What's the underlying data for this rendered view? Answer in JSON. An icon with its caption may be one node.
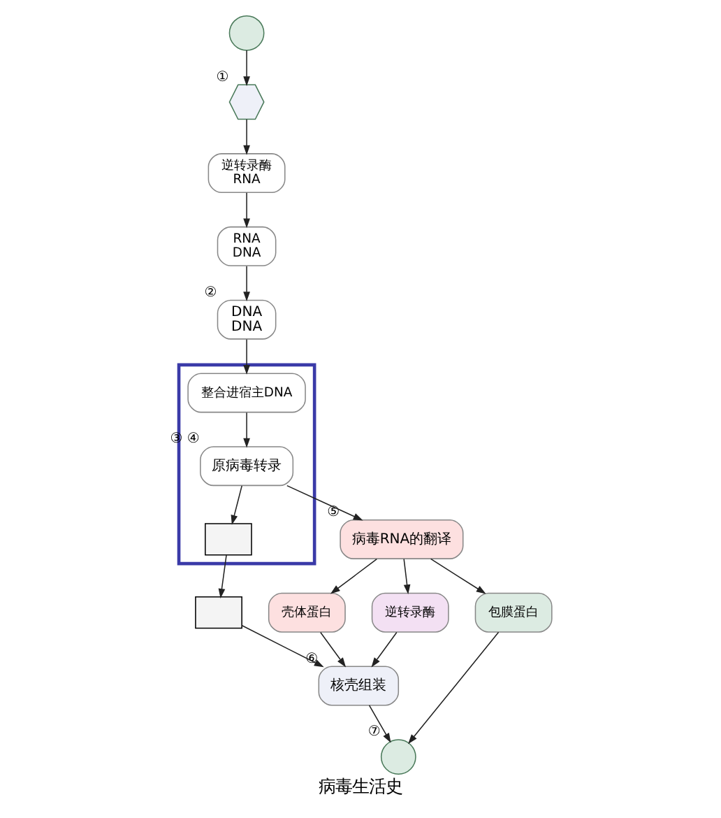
{
  "diagram": {
    "caption": "病毒生活史",
    "nodes": [
      {
        "text": [],
        "shape": "circle"
      },
      {
        "text": [],
        "shape": "hexagon",
        "beside": [
          "①"
        ]
      },
      {
        "text": [
          "逆转录酶",
          "RNA"
        ]
      },
      {
        "text": [
          "RNA",
          "DNA"
        ]
      },
      {
        "text": [
          "DNA",
          "DNA"
        ],
        "beside": [
          "②"
        ]
      },
      {
        "text": [],
        "shape": "box"
      },
      {
        "text": [
          "整合进宿主DNA"
        ],
        "in": 5
      },
      {
        "text": [
          "原病毒转录"
        ],
        "in": 5,
        "beside": [
          "③",
          "④"
        ]
      },
      {
        "text": [],
        "shape": "box",
        "in": 5
      },
      {
        "text": [],
        "shape": "box"
      },
      {
        "text": [
          "病毒RNA的翻译"
        ],
        "beside": [
          "⑤"
        ]
      },
      {
        "text": [
          "壳体蛋白"
        ]
      },
      {
        "text": [
          "逆转录酶"
        ]
      },
      {
        "text": [
          "包膜蛋白"
        ]
      },
      {
        "text": [
          "核壳组装"
        ],
        "beside": [
          "⑥"
        ]
      },
      {
        "text": [],
        "shape": "circle",
        "beside": [
          "⑦"
        ]
      }
    ],
    "edges": [
      {
        "from": 0,
        "to": 1,
        "arrow": "to"
      },
      {
        "from": 1,
        "to": 2,
        "arrow": "to"
      },
      {
        "from": 2,
        "to": 3,
        "arrow": "to"
      },
      {
        "from": 3,
        "to": 4,
        "arrow": "to"
      },
      {
        "from": 4,
        "to": 6,
        "arrow": "to"
      },
      {
        "from": 6,
        "to": 7,
        "arrow": "to"
      },
      {
        "from": 7,
        "to": 8,
        "arrow": "to"
      },
      {
        "from": 8,
        "to": 9,
        "arrow": "to"
      },
      {
        "from": 7,
        "to": 10,
        "arrow": "to"
      },
      {
        "from": 10,
        "to": 11,
        "arrow": "to"
      },
      {
        "from": 10,
        "to": 12,
        "arrow": "to"
      },
      {
        "from": 10,
        "to": 13,
        "arrow": "to"
      },
      {
        "from": 11,
        "to": 14,
        "arrow": "to"
      },
      {
        "from": 12,
        "to": 14,
        "arrow": "to"
      },
      {
        "from": 9,
        "to": 14,
        "arrow": "to"
      },
      {
        "from": 14,
        "to": 15,
        "arrow": "to"
      },
      {
        "from": 13,
        "to": 15,
        "arrow": "to"
      }
    ]
  }
}
